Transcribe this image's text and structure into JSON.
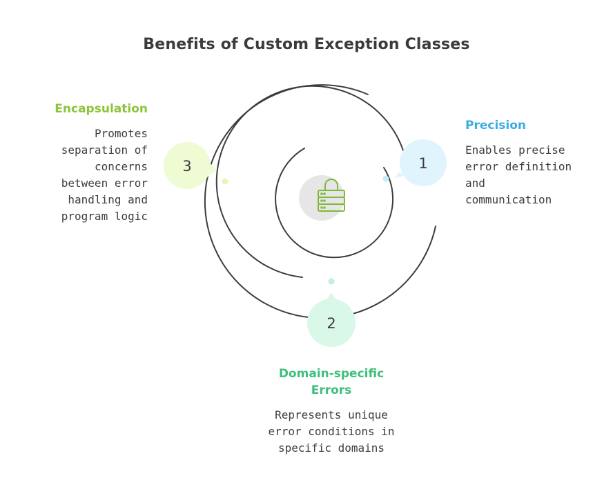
{
  "title": "Benefits of Custom Exception Classes",
  "center_icon": "lock-server-icon",
  "colors": {
    "precision": "#3aaee0",
    "precision_bubble": "#dff4fd",
    "domain": "#3dbf7a",
    "domain_bubble": "#d9f8e8",
    "encapsulation": "#8cc43c",
    "encapsulation_bubble": "#eefbd3",
    "ring_stroke": "#3d3d3d",
    "center_fill": "#e6e6e6",
    "icon_stroke": "#7fb83a"
  },
  "items": [
    {
      "number": "1",
      "heading": "Precision",
      "description_lines": [
        "Enables precise",
        "error definition",
        "and",
        "communication"
      ]
    },
    {
      "number": "2",
      "heading_lines": [
        "Domain-specific",
        "Errors"
      ],
      "description_lines": [
        "Represents unique",
        "error conditions in",
        "specific domains"
      ]
    },
    {
      "number": "3",
      "heading": "Encapsulation",
      "description_lines": [
        "Promotes",
        "separation of",
        "concerns",
        "between error",
        "handling and",
        "program logic"
      ]
    }
  ]
}
